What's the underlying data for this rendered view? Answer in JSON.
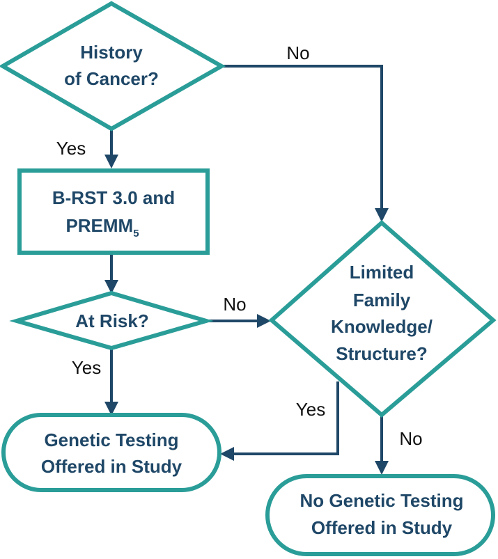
{
  "colors": {
    "node_stroke": "#2a9d98",
    "node_text": "#1f4767",
    "edge": "#1f4767",
    "label": "#111111",
    "background": "#ffffff"
  },
  "nodes": {
    "history_of_cancer": {
      "line1": "History",
      "line2": "of Cancer?"
    },
    "risk_tools": {
      "line1": "B-RST 3.0 and",
      "line2_main": "PREMM",
      "line2_sub": "5"
    },
    "at_risk": {
      "text": "At Risk?"
    },
    "limited_family": {
      "line1": "Limited",
      "line2": "Family",
      "line3": "Knowledge/",
      "line4": "Structure?"
    },
    "testing_offered": {
      "line1": "Genetic Testing",
      "line2": "Offered in Study"
    },
    "no_testing": {
      "line1": "No Genetic Testing",
      "line2": "Offered in Study"
    }
  },
  "edges": {
    "history_no": "No",
    "history_yes": "Yes",
    "at_risk_no": "No",
    "at_risk_yes": "Yes",
    "limited_yes": "Yes",
    "limited_no": "No"
  }
}
